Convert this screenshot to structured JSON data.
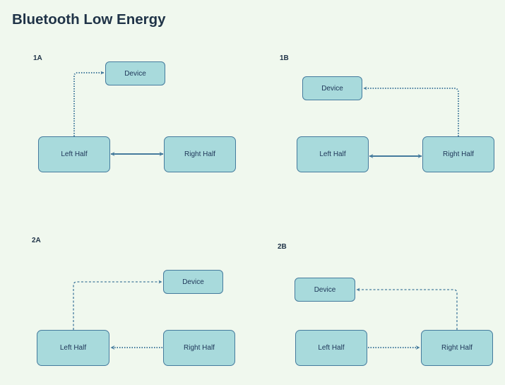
{
  "title": "Bluetooth Low Energy",
  "colors": {
    "background": "#f0f8ee",
    "node_fill": "#a8dadc",
    "node_stroke": "#457b9d",
    "edge": "#457b9d",
    "text": "#1d3557"
  },
  "panels": [
    {
      "label": "1A",
      "device": "Device",
      "left": "Left Half",
      "right": "Right Half",
      "edges": [
        "Left Half -> Device (dotted)",
        "Left Half <-> Right Half (solid)"
      ]
    },
    {
      "label": "1B",
      "device": "Device",
      "left": "Left Half",
      "right": "Right Half",
      "edges": [
        "Right Half -> Device (dotted)",
        "Left Half <-> Right Half (solid)"
      ]
    },
    {
      "label": "2A",
      "device": "Device",
      "left": "Left Half",
      "right": "Right Half",
      "edges": [
        "Left Half -> Device (dashed)",
        "Right Half -> Left Half (dotted)"
      ]
    },
    {
      "label": "2B",
      "device": "Device",
      "left": "Left Half",
      "right": "Right Half",
      "edges": [
        "Right Half -> Device (dashed)",
        "Left Half -> Right Half (dotted)"
      ]
    }
  ]
}
